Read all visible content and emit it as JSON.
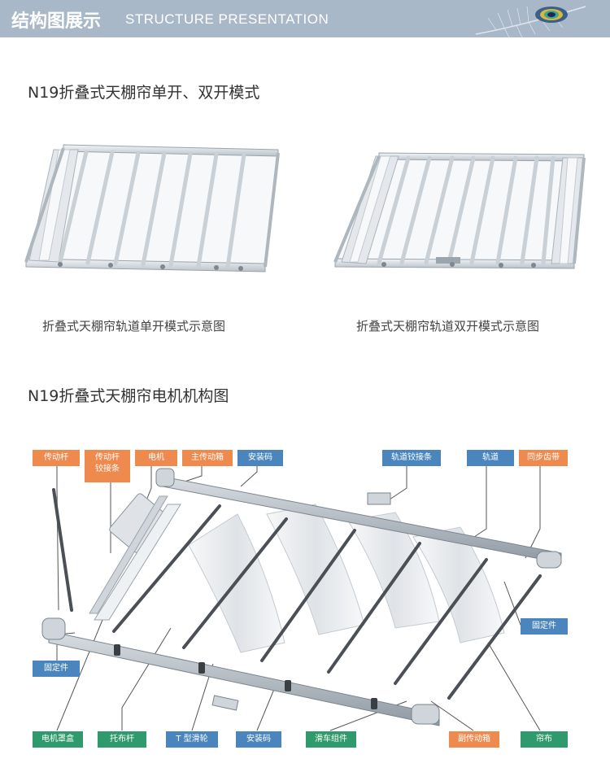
{
  "header": {
    "title": "结构图展示",
    "subtitle": "STRUCTURE PRESENTATION"
  },
  "section1": {
    "title": "N19折叠式天棚帘单开、双开模式",
    "caption_left": "折叠式天棚帘轨道单开模式示意图",
    "caption_right": "折叠式天棚帘轨道双开模式示意图"
  },
  "section2": {
    "title": "N19折叠式天棚帘电机机构图"
  },
  "callouts": {
    "drive_rod": "传动杆",
    "drive_rod_hinge_line1": "传动杆",
    "drive_rod_hinge_line2": "铰接条",
    "motor": "电机",
    "main_gearbox": "主传动箱",
    "mount_code_top": "安装码",
    "track_hinge": "轨道铰接条",
    "track": "轨道",
    "timing_belt": "同步齿带",
    "fixture_right": "固定件",
    "fixture_left": "固定件",
    "motor_cover": "电机罩盒",
    "support_rod": "托布杆",
    "t_pulley": "T 型滑轮",
    "mount_code_bottom": "安装码",
    "trolley": "滑车组件",
    "sub_gearbox": "副传动箱",
    "fabric": "帘布"
  },
  "colors": {
    "header_bg": "#a9b8c8",
    "callout_orange": "#ee8a4e",
    "callout_blue": "#4a86bd",
    "callout_green": "#2f9a6b"
  }
}
